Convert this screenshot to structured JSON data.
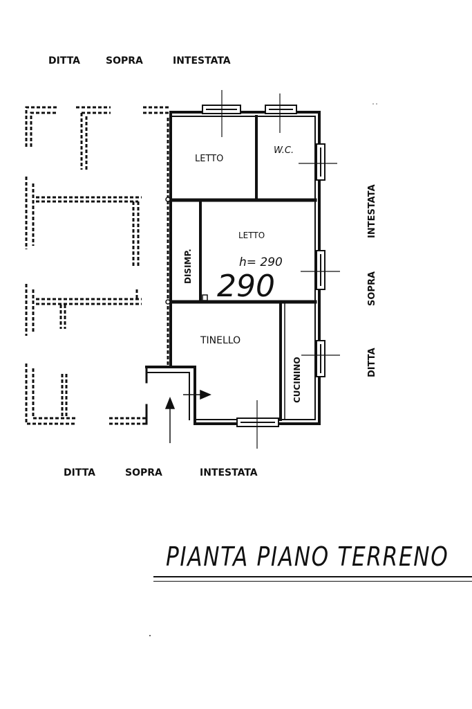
{
  "neighbors": {
    "top": [
      "DITTA",
      "SOPRA",
      "INTESTATA"
    ],
    "bottom": [
      "DITTA",
      "SOPRA",
      "INTESTATA"
    ],
    "right": [
      "INTESTATA",
      "SOPRA",
      "DITTA"
    ]
  },
  "rooms": {
    "letto_1": "LETTO",
    "wc": "W.C.",
    "letto_2": "LETTO",
    "disimp": "DISIMP.",
    "tinello": "TINELLO",
    "cucinino": "CUCININO"
  },
  "height_note": "h= 290",
  "height_value": "290",
  "title": "PIANTA PIANO TERRENO"
}
